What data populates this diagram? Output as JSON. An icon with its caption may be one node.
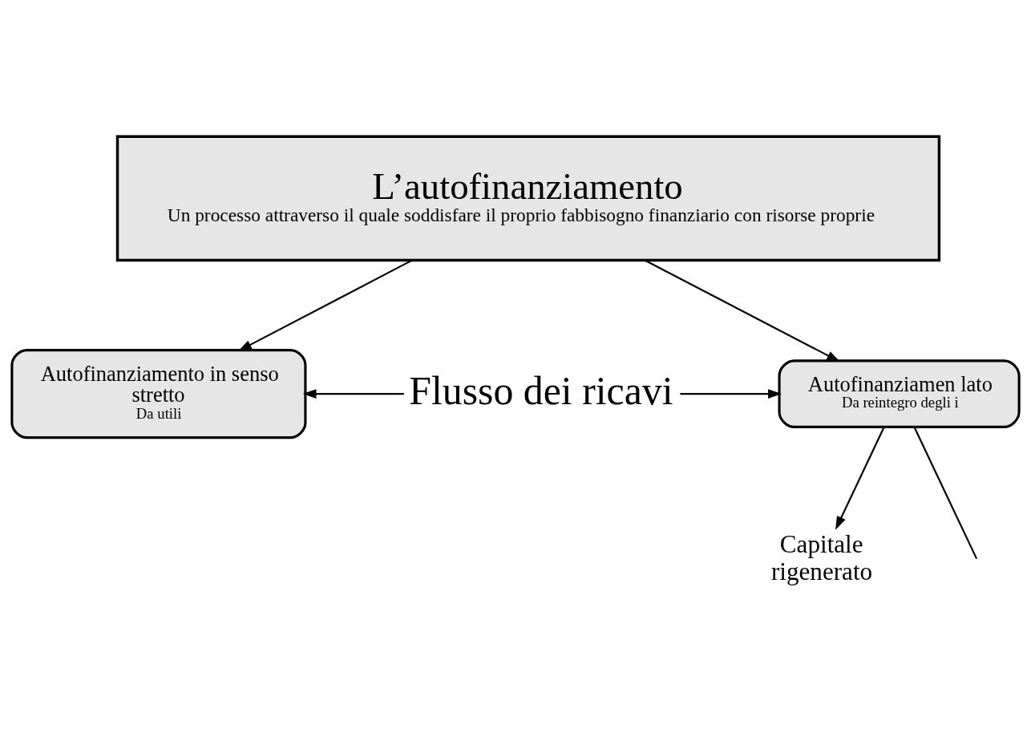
{
  "diagram": {
    "nodes": [
      {
        "text": [
          "L’autofinanziamento",
          "Un processo attraverso il quale soddisfare il proprio fabbisogno finanziario con risorse proprie"
        ]
      },
      {
        "text": [
          "Autofinanziamento in senso stretto",
          "Da utili"
        ]
      },
      {
        "text": [
          "Flusso dei ricavi"
        ]
      },
      {
        "text": [
          "Autofinanziamen lato",
          "Da reintegro degli i"
        ]
      },
      {
        "text": [
          "Capitale rigenerato"
        ]
      }
    ],
    "edges": [
      {
        "from": 0,
        "to": 1,
        "arrow": "to"
      },
      {
        "from": 0,
        "to": 3,
        "arrow": "to"
      },
      {
        "from": 2,
        "to": 1,
        "arrow": "to"
      },
      {
        "from": 2,
        "to": 3,
        "arrow": "to"
      },
      {
        "from": 3,
        "to": 4,
        "arrow": "to"
      },
      {
        "from": 3,
        "to": null,
        "arrow": "none"
      }
    ]
  }
}
